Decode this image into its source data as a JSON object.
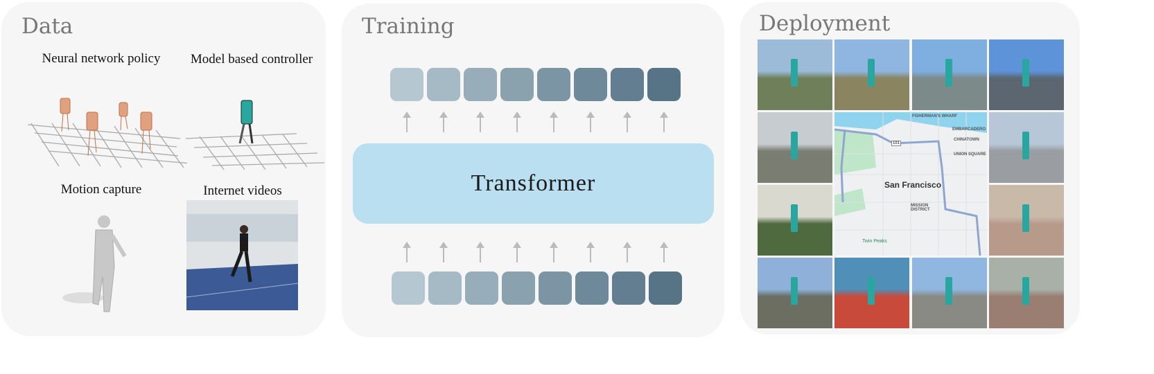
{
  "panels": {
    "data": {
      "title": "Data",
      "sources": [
        "Neural network policy",
        "Model based controller",
        "Motion capture",
        "Internet videos"
      ]
    },
    "training": {
      "title": "Training",
      "model_label": "Transformer",
      "token_count": 8,
      "token_colors": [
        "#b5c7d0",
        "#a6bac5",
        "#97adb9",
        "#8aa1ae",
        "#7c95a4",
        "#6e8999",
        "#627e90",
        "#577487"
      ]
    },
    "deployment": {
      "title": "Deployment",
      "map": {
        "city": "San Francisco",
        "labels": [
          "FISHERMAN'S WHARF",
          "EMBARCADERO",
          "CHINATOWN",
          "UNION SQUARE",
          "MISSION DISTRICT",
          "Twin Peaks",
          "101"
        ]
      }
    }
  },
  "colors": {
    "panel_bg": "#f6f6f6",
    "transformer_fill": "#b9dff0",
    "robot_orange": "#e0a27e",
    "robot_teal": "#2aa6a0"
  }
}
